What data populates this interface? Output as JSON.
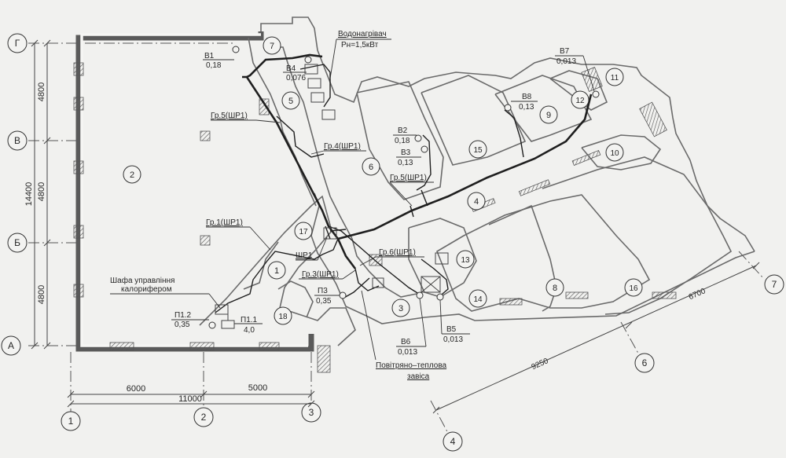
{
  "axes": {
    "letters": [
      "Г",
      "В",
      "Б",
      "А"
    ],
    "bottom": [
      "1",
      "2",
      "3"
    ],
    "diagonal": [
      "4",
      "6",
      "7"
    ]
  },
  "dimensions": {
    "left_total": "14400",
    "left_parts": [
      "4800",
      "4800",
      "4800"
    ],
    "bottom_parts": [
      "6000",
      "5000"
    ],
    "bottom_total": "11000",
    "diag_long": "9250",
    "diag_short": "6700"
  },
  "rooms": [
    "1",
    "2",
    "3",
    "4",
    "5",
    "6",
    "7",
    "8",
    "9",
    "10",
    "11",
    "12",
    "13",
    "14",
    "15",
    "16",
    "17",
    "18"
  ],
  "outlets": {
    "b1": {
      "name": "В1",
      "value": "0,18"
    },
    "b2": {
      "name": "В2",
      "value": "0,18"
    },
    "b3": {
      "name": "В3",
      "value": "0,13"
    },
    "b4": {
      "name": "В4",
      "value": "0,076"
    },
    "b5": {
      "name": "В5",
      "value": "0,013"
    },
    "b6": {
      "name": "В6",
      "value": "0,013"
    },
    "b7": {
      "name": "В7",
      "value": "0,013"
    },
    "b8": {
      "name": "В8",
      "value": "0,13"
    },
    "p11": {
      "name": "П1.1",
      "value": "4,0"
    },
    "p12": {
      "name": "П1.2",
      "value": "0,35"
    },
    "p3": {
      "name": "П3",
      "value": "0,35"
    }
  },
  "groups": {
    "g1": "Гр.1(ШР1)",
    "g3": "Гр.3(ШР1)",
    "g4": "Гр.4(ШР1)",
    "g5a": "Гр.5(ШР1)",
    "g5b": "Гр.5(ШР1)",
    "g6": "Гр.6(ШР1)",
    "shr": "ШР1"
  },
  "notes": {
    "heater_title": "Водонагрівач",
    "heater_power": "Рн=1,5кВт",
    "cabinet_line1": "Шафа управління",
    "cabinet_line2": "калорифером",
    "curtain_line1": "Повітряно–теплова",
    "curtain_line2": "завіса"
  }
}
